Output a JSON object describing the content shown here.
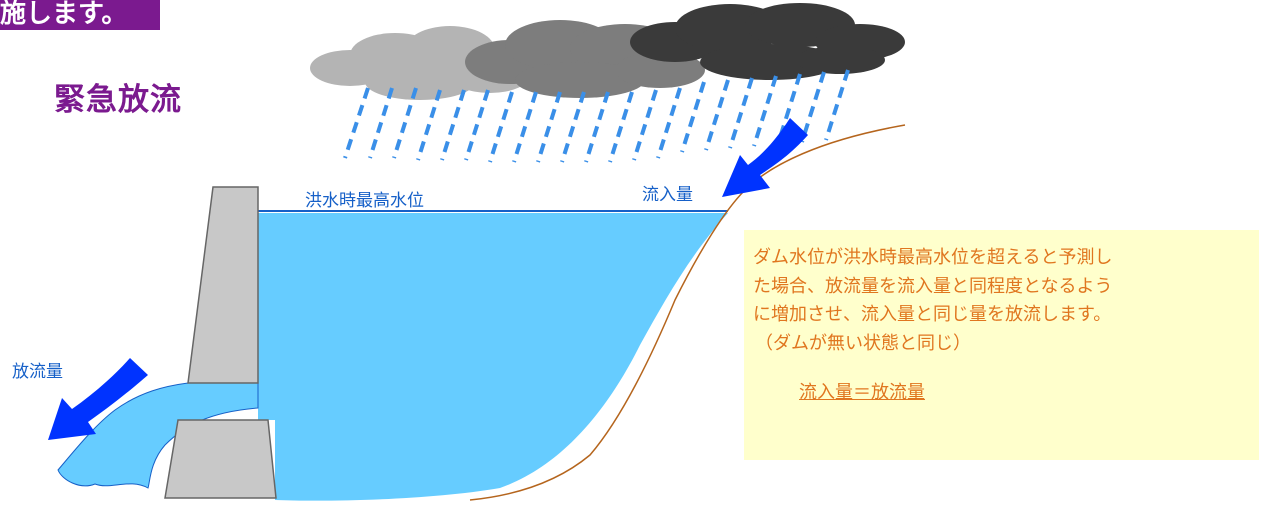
{
  "banner": {
    "text": "施します。"
  },
  "heading": {
    "text": "緊急放流"
  },
  "labels": {
    "flood_level": "洪水時最高水位",
    "inflow": "流入量",
    "outflow": "放流量"
  },
  "note": {
    "lines": [
      "ダム水位が洪水時最高水位を超えると予測し",
      "た場合、放流量を流入量と同程度となるよう",
      "に増加させ、流入量と同じ量を放流します。",
      "（ダムが無い状態と同じ）"
    ],
    "formula": "流入量＝放流量"
  },
  "colors": {
    "accent": "#7b1a8f",
    "water": "#66ccff",
    "arrow": "#0033ff",
    "rain": "#3a8fe8",
    "dam": "#c8c8c8",
    "note_bg": "#ffffcc",
    "note_text": "#e0761f",
    "label_text": "#1660c8"
  }
}
